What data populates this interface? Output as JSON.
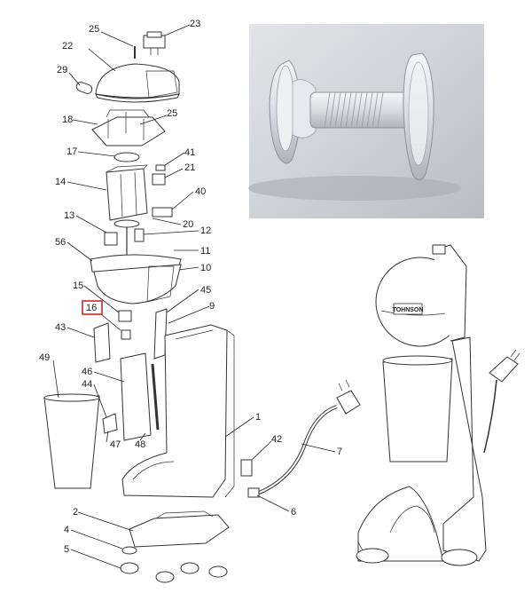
{
  "diagram": {
    "highlight_color": "#d2232a",
    "part_labels": [
      {
        "text": "25"
      },
      {
        "text": "23"
      },
      {
        "text": "22"
      },
      {
        "text": "29"
      },
      {
        "text": "18"
      },
      {
        "text": "25"
      },
      {
        "text": "17"
      },
      {
        "text": "41"
      },
      {
        "text": "21"
      },
      {
        "text": "14"
      },
      {
        "text": "40"
      },
      {
        "text": "13"
      },
      {
        "text": "20"
      },
      {
        "text": "12"
      },
      {
        "text": "56"
      },
      {
        "text": "11"
      },
      {
        "text": "10"
      },
      {
        "text": "15"
      },
      {
        "text": "45"
      },
      {
        "text": "16"
      },
      {
        "text": "9"
      },
      {
        "text": "43"
      },
      {
        "text": "49"
      },
      {
        "text": "46"
      },
      {
        "text": "44"
      },
      {
        "text": "1"
      },
      {
        "text": "47"
      },
      {
        "text": "48"
      },
      {
        "text": "42"
      },
      {
        "text": "7"
      },
      {
        "text": "2"
      },
      {
        "text": "6"
      },
      {
        "text": "4"
      },
      {
        "text": "5"
      }
    ],
    "brand_text": "TOHNSON",
    "photo_icon": "clear-plastic-spool-photo"
  }
}
